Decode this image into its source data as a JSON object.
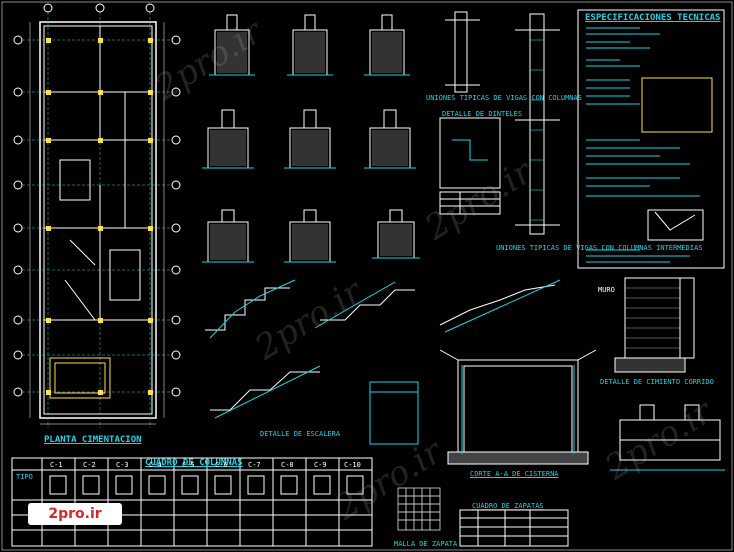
{
  "plan": {
    "title": "PLANTA CIMENTACION"
  },
  "specs": {
    "title": "ESPECIFICACIONES TECNICAS"
  },
  "column_table": {
    "title": "CUADRO DE COLUMNAS",
    "header_cells": [
      "TIPO",
      "C-1",
      "C-2",
      "C-3",
      "C-4",
      "C-5",
      "C-6",
      "C-7",
      "C-8",
      "C-9",
      "C-10"
    ]
  },
  "section_labels": {
    "corte_a": "CORTE A-A DE CISTERNA",
    "cuadro_zapatas": "CUADRO DE ZAPATAS",
    "malla": "MALLA DE ZAPATA",
    "detalle_dinteles": "DETALLE DE DINTELES",
    "uniones_vigas": "UNIONES TIPICAS DE VIGAS CON COLUMNAS",
    "uniones_vigas_2": "UNIONES TIPICAS DE VIGAS CON COLUMNAS INTERMEDIAS",
    "cimiento": "DETALLE DE CIMIENTO CORRIDO",
    "escalera": "DETALLE DE ESCALERA",
    "muro": "MURO"
  },
  "watermark": {
    "text": "2pro.ir",
    "logo": "2pro.ir"
  },
  "colors": {
    "background": "#000000",
    "line": "#ffffff",
    "cyan": "#19d4e6",
    "yellow": "#ffe14a",
    "red": "#d62828"
  }
}
